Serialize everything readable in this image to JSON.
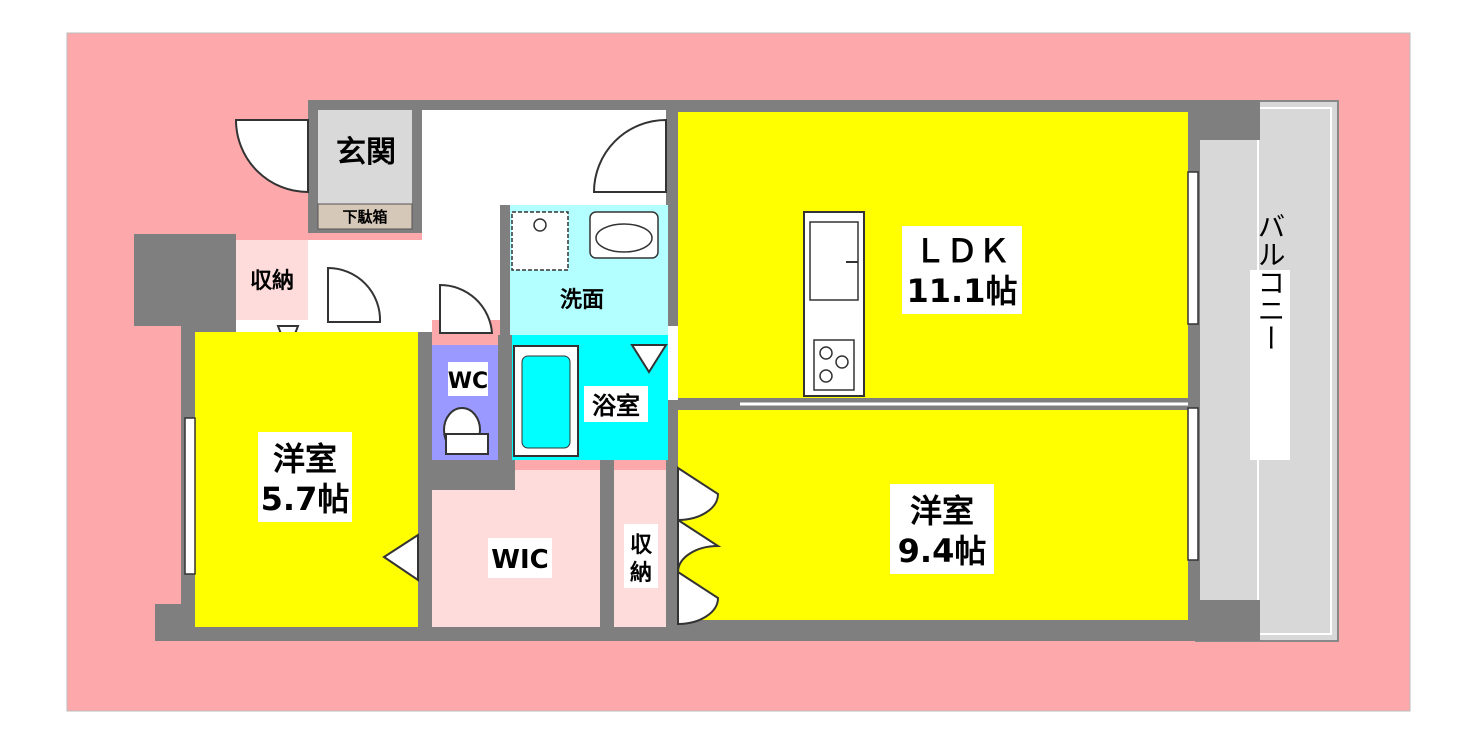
{
  "colors": {
    "background": "#ffffff",
    "site_pink": "#fda8ab",
    "wall_gray": "#7f7f7f",
    "room_yellow": "#ffff00",
    "washroom_cyan": "#b3ffff",
    "bath_cyan": "#00ffff",
    "wc_lavender": "#9999ff",
    "storage_pink": "#ffdcdc",
    "balcony_gray": "#d8d8d8",
    "entrance_gray": "#d9d9d9",
    "shoebox_tan": "#d6c8b8",
    "floor_white": "#ffffff"
  },
  "rooms": {
    "entrance": "玄関",
    "shoe_box": "下駄箱",
    "storage_top": "収納",
    "washroom": "洗面",
    "wc": "WC",
    "bath": "浴室",
    "ldk_name": "ＬＤＫ",
    "ldk_size": "11.1帖",
    "western_left_name": "洋室",
    "western_left_size": "5.7帖",
    "wic": "WIC",
    "storage_mid_1": "収",
    "storage_mid_2": "納",
    "western_right_name": "洋室",
    "western_right_size": "9.4帖",
    "balcony": "バルコニー"
  }
}
